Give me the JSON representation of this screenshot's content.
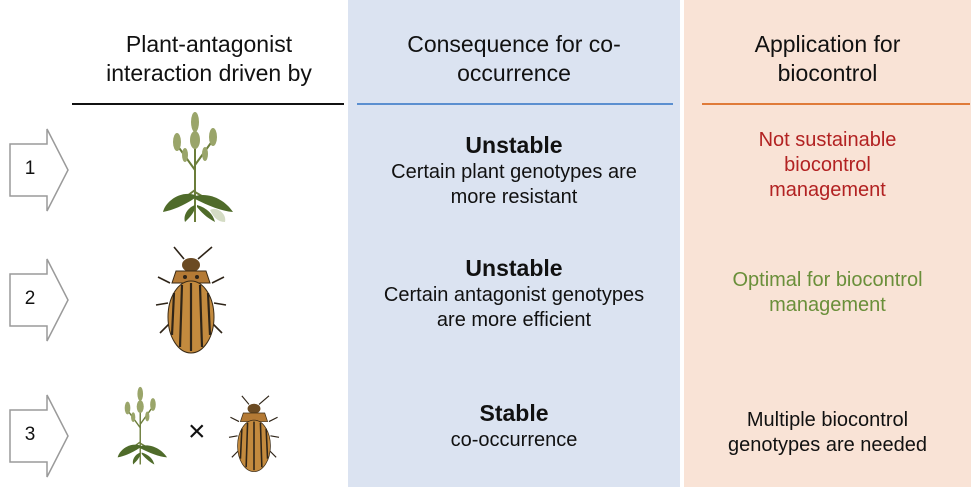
{
  "headers": {
    "interaction": [
      "Plant-antagonist",
      "interaction driven by"
    ],
    "consequence": [
      "Consequence for co-",
      "occurrence"
    ],
    "application": [
      "Application for",
      "biocontrol"
    ]
  },
  "rows": [
    {
      "number": "1",
      "illustration": "ragweed-plant",
      "consequence_title": "Unstable",
      "consequence_text": [
        "Certain plant genotypes are",
        "more resistant"
      ],
      "application_text": [
        "Not sustainable",
        "biocontrol",
        "management"
      ],
      "application_color": "#b22222"
    },
    {
      "number": "2",
      "illustration": "leaf-beetle",
      "consequence_title": "Unstable",
      "consequence_text": [
        "Certain antagonist  genotypes",
        "are more efficient"
      ],
      "application_text": [
        "Optimal for biocontrol",
        "management"
      ],
      "application_color": "#6a8f3a"
    },
    {
      "number": "3",
      "illustration": "ragweed-plant-times-leaf-beetle",
      "times_symbol": "×",
      "consequence_title": "Stable",
      "consequence_text": [
        "co-occurrence"
      ],
      "application_text": [
        "Multiple biocontrol",
        "genotypes are needed"
      ],
      "application_color": "#111111"
    }
  ],
  "colors": {
    "consequence_panel": "#dbe3f1",
    "application_panel": "#f9e3d6",
    "rule_interaction": "#111111",
    "rule_consequence": "#5b8fd0",
    "rule_application": "#e07b39"
  }
}
